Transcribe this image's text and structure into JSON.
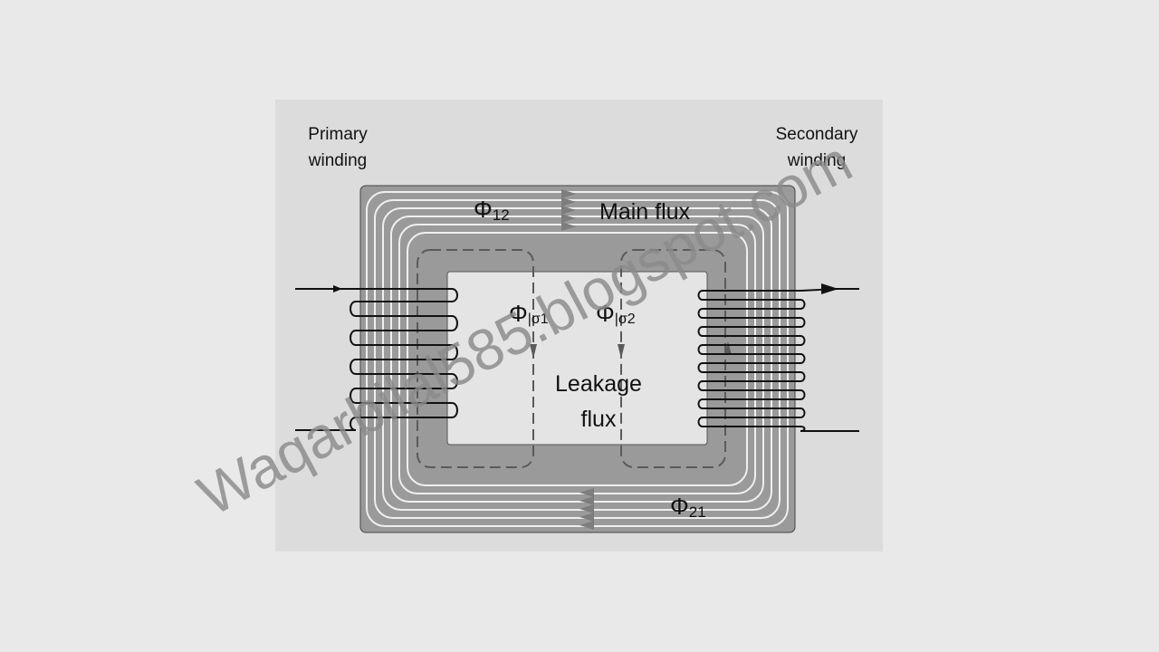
{
  "labels": {
    "primary_line1": "Primary",
    "primary_line2": "winding",
    "secondary_line1": "Secondary",
    "secondary_line2": "winding",
    "main_flux": "Main flux",
    "phi_12_symbol": "Φ",
    "phi_12_sub": "12",
    "phi_21_symbol": "Φ",
    "phi_21_sub": "21",
    "phi_s1_symbol": "Φ",
    "phi_s1_sub": "|σ1",
    "phi_s2_symbol": "Φ",
    "phi_s2_sub": "|σ2",
    "leakage_line1": "Leakage",
    "leakage_line2": "flux"
  },
  "watermark": "Waqarbilal585.blogspot.com",
  "colors": {
    "page_bg": "#e9e9e9",
    "figure_bg": "#dcdcdc",
    "core": "#9a9a9a",
    "window": "#e4e4e4",
    "flux_lines": "#ececec",
    "leakage_dash": "#5a5a5a",
    "winding": "#111111",
    "watermark": "#8a8a8a"
  }
}
